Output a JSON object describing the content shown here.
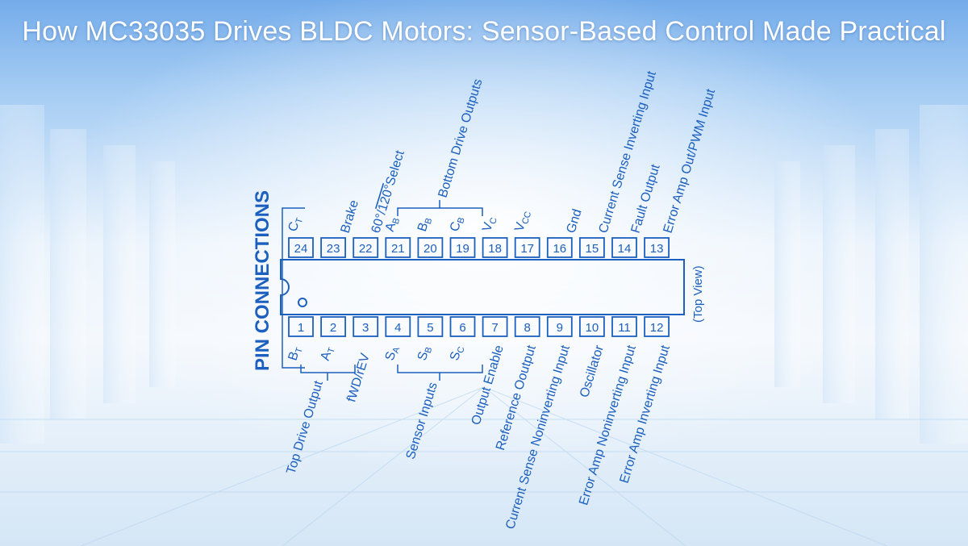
{
  "title": "How MC33035 Drives BLDC Motors: Sensor-Based Control Made Practical",
  "colors": {
    "primary": "#1b5fbf",
    "title": "#ffffff",
    "bg_top": "#7eb6ec",
    "bg_mid": "#e6f1fb"
  },
  "diagram": {
    "heading": "PIN CONNECTIONS",
    "view_label": "(Top View)",
    "top_pins": [
      {
        "num": "24",
        "sym": "C",
        "sub": "T"
      },
      {
        "num": "23",
        "sym": "",
        "sub": ""
      },
      {
        "num": "22",
        "sym": "",
        "sub": ""
      },
      {
        "num": "21",
        "sym": "A",
        "sub": "B"
      },
      {
        "num": "20",
        "sym": "B",
        "sub": "B"
      },
      {
        "num": "19",
        "sym": "C",
        "sub": "B"
      },
      {
        "num": "18",
        "sym": "V",
        "sub": "C"
      },
      {
        "num": "17",
        "sym": "V",
        "sub": "CC"
      },
      {
        "num": "16",
        "sym": "",
        "sub": ""
      },
      {
        "num": "15",
        "sym": "",
        "sub": ""
      },
      {
        "num": "14",
        "sym": "",
        "sub": ""
      },
      {
        "num": "13",
        "sym": "",
        "sub": ""
      }
    ],
    "bottom_pins": [
      {
        "num": "1",
        "sym": "B",
        "sub": "T"
      },
      {
        "num": "2",
        "sym": "A",
        "sub": "T"
      },
      {
        "num": "3",
        "sym": "",
        "sub": ""
      },
      {
        "num": "4",
        "sym": "S",
        "sub": "A"
      },
      {
        "num": "5",
        "sym": "S",
        "sub": "B"
      },
      {
        "num": "6",
        "sym": "S",
        "sub": "C"
      },
      {
        "num": "7",
        "sym": "",
        "sub": ""
      },
      {
        "num": "8",
        "sym": "",
        "sub": ""
      },
      {
        "num": "9",
        "sym": "",
        "sub": ""
      },
      {
        "num": "10",
        "sym": "",
        "sub": ""
      },
      {
        "num": "11",
        "sym": "",
        "sub": ""
      },
      {
        "num": "12",
        "sym": "",
        "sub": ""
      }
    ],
    "top_labels": {
      "brake": "Brake",
      "select_prefix": "60°/",
      "select_overline": "120°",
      "select_suffix": "Select",
      "bottom_drive": "Bottom Drive Outputs",
      "gnd": "Gnd",
      "current_sense_inv": "Current Sense Inverting Input",
      "fault_output": "Fault Output",
      "error_amp_out": "Error Amp Out/PWM Input"
    },
    "bottom_labels": {
      "top_drive": "Top Drive Output",
      "fwd": "fWD/rEV",
      "sensor_inputs": "Sensor Inputs",
      "output_enable": "Output Enable",
      "reference_output": "Reference Ooutput",
      "current_sense_noninv": "Current Sense Noninverting Input",
      "oscillator": "Oscillator",
      "error_amp_noninv": "Error Amp Noninverting Input",
      "error_amp_inv": "Error Amp Inverting Input"
    }
  }
}
